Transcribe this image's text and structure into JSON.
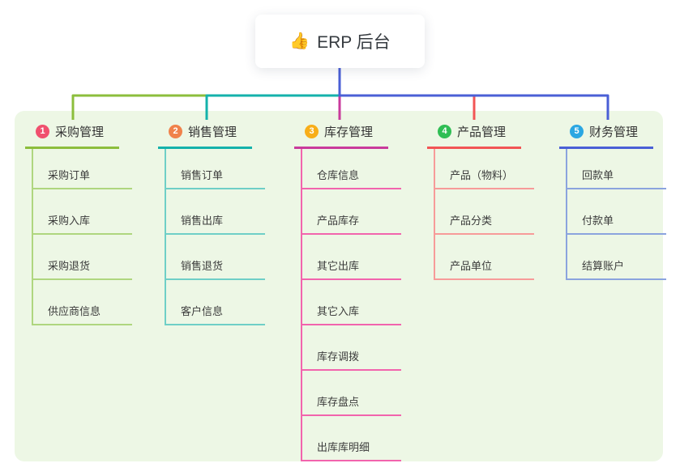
{
  "root": {
    "icon": "👍",
    "label": "ERP 后台"
  },
  "panel": {
    "background": "#edf7e5"
  },
  "branches": [
    {
      "num": "1",
      "label": "采购管理",
      "badge_color": "#f0506e",
      "line_color": "#8cbe3c",
      "child_line_color": "#afd67f",
      "children": [
        "采购订单",
        "采购入库",
        "采购退货",
        "供应商信息"
      ]
    },
    {
      "num": "2",
      "label": "销售管理",
      "badge_color": "#f0824b",
      "line_color": "#14b2ab",
      "child_line_color": "#6fcfc7",
      "children": [
        "销售订单",
        "销售出库",
        "销售退货",
        "客户信息"
      ]
    },
    {
      "num": "3",
      "label": "库存管理",
      "badge_color": "#f8ae19",
      "line_color": "#c93a9c",
      "child_line_color": "#f264ad",
      "children": [
        "仓库信息",
        "产品库存",
        "其它出库",
        "其它入库",
        "库存调拨",
        "库存盘点",
        "出库库明细"
      ]
    },
    {
      "num": "4",
      "label": "产品管理",
      "badge_color": "#2fbe54",
      "line_color": "#f25555",
      "child_line_color": "#f79b99",
      "children": [
        "产品（物料）",
        "产品分类",
        "产品单位"
      ]
    },
    {
      "num": "5",
      "label": "财务管理",
      "badge_color": "#2ba7e2",
      "line_color": "#4a5fd6",
      "child_line_color": "#8ba4de",
      "children": [
        "回款单",
        "付款单",
        "结算账户"
      ]
    }
  ]
}
